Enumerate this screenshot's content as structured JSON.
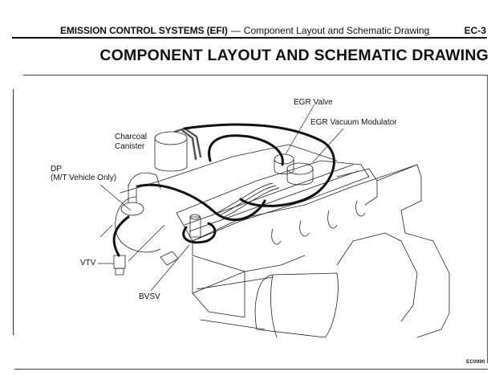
{
  "header": {
    "section": "EMISSION CONTROL SYSTEMS (EFI)",
    "separator": "—",
    "subsection": "Component Layout and Schematic Drawing",
    "page_number": "EC-3"
  },
  "title": "COMPONENT LAYOUT AND SCHEMATIC DRAWING",
  "figure": {
    "labels": {
      "egr_valve": "EGR Valve",
      "egr_vacuum_modulator": "EGR Vacuum Modulator",
      "charcoal_canister_line1": "Charcoal",
      "charcoal_canister_line2": "Canister",
      "dp_line1": "DP",
      "dp_line2": "(M/T Vehicle Only)",
      "vtv": "VTV",
      "bvsv": "BVSV"
    },
    "figure_code": "EC0990"
  }
}
